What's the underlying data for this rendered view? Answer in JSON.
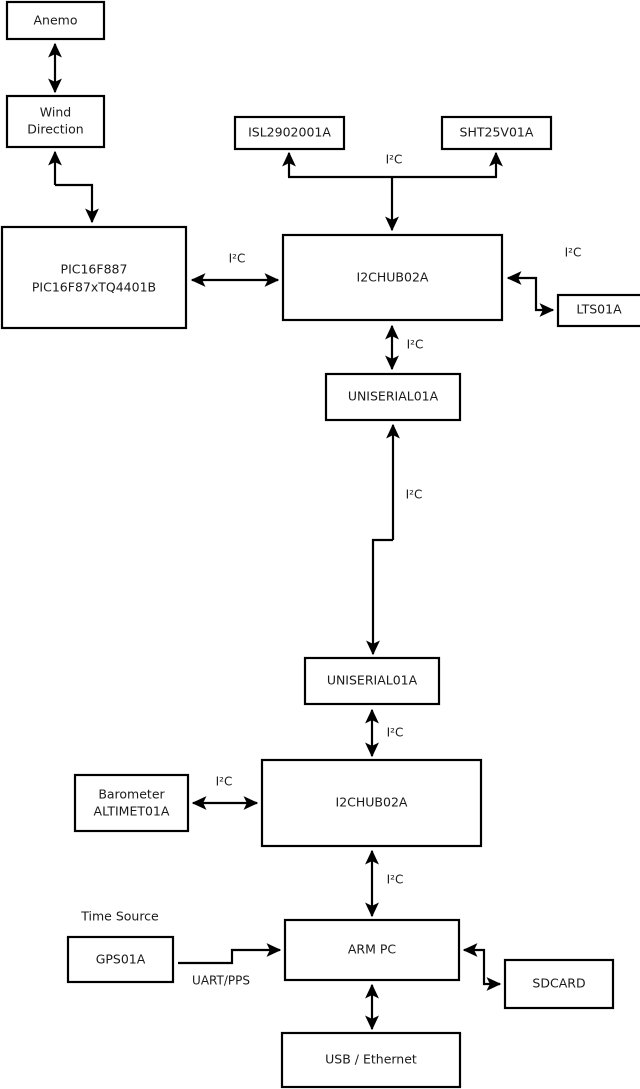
{
  "diagram": {
    "type": "block-diagram",
    "title": "",
    "background_color": "#ffffff",
    "line_color": "#000000",
    "box_fill_color": "#ffffff",
    "nodes": [
      {
        "id": "anemo",
        "label": "Anemo",
        "label2": ""
      },
      {
        "id": "wind",
        "label": "Wind",
        "label2": "Direction"
      },
      {
        "id": "pic",
        "label": "PIC16F887",
        "label2": "PIC16F87xTQ4401B"
      },
      {
        "id": "isl",
        "label": "ISL2902001A",
        "label2": ""
      },
      {
        "id": "sht",
        "label": "SHT25V01A",
        "label2": ""
      },
      {
        "id": "hub_top",
        "label": "I2CHUB02A",
        "label2": ""
      },
      {
        "id": "lts",
        "label": "LTS01A",
        "label2": ""
      },
      {
        "id": "uniserial_top",
        "label": "UNISERIAL01A",
        "label2": ""
      },
      {
        "id": "uniserial_bot",
        "label": "UNISERIAL01A",
        "label2": ""
      },
      {
        "id": "barometer",
        "label": "Barometer",
        "label2": "ALTIMET01A"
      },
      {
        "id": "hub_bot",
        "label": "I2CHUB02A",
        "label2": ""
      },
      {
        "id": "gps",
        "label": "GPS01A",
        "label2": ""
      },
      {
        "id": "armpc",
        "label": "ARM PC",
        "label2": ""
      },
      {
        "id": "sdcard",
        "label": "SDCARD",
        "label2": ""
      },
      {
        "id": "usbeth",
        "label": "USB / Ethernet",
        "label2": ""
      }
    ],
    "free_labels": [
      {
        "id": "time_source",
        "text": "Time Source"
      }
    ],
    "edge_labels": {
      "i2c": "I²C",
      "i2c_sensors_top": "I²C",
      "i2c_pic_hub": "I²C",
      "i2c_hub_lts": "I²C",
      "i2c_hub_uniserial": "I²C",
      "i2c_uniserial_link": "I²C",
      "i2c_uniserial_hub_bot": "I²C",
      "i2c_barometer": "I²C",
      "i2c_hub_armpc": "I²C",
      "uart_pps": "UART/PPS"
    }
  }
}
